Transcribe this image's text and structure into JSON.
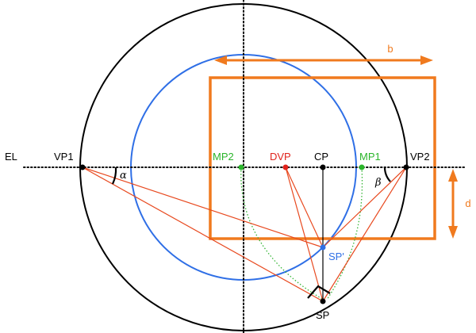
{
  "labels": {
    "el": "EL",
    "vp1": "VP1",
    "vp2": "VP2",
    "mp1": "MP1",
    "mp2": "MP2",
    "dvp": "DVP",
    "cp": "CP",
    "sp": "SP",
    "sp_prime": "SP'",
    "alpha": "α",
    "beta": "β",
    "b": "b",
    "d": "d"
  },
  "colors": {
    "black": "#000000",
    "blue": "#2f6fe6",
    "orange": "#f07a1e",
    "green": "#2bb52b",
    "red": "#e0231c",
    "construction_line": "#e8491f",
    "arc_green": "#35b535"
  }
}
